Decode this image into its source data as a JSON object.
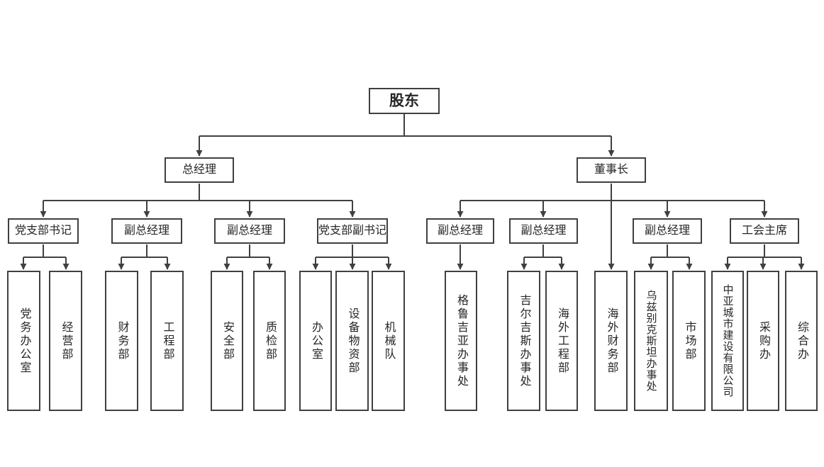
{
  "diagram_type": "org-chart",
  "colors": {
    "line": "#404040",
    "box_border": "#404040",
    "text": "#262626",
    "background": "#ffffff"
  },
  "tree": {
    "label": "股东",
    "children": [
      {
        "label": "总经理",
        "children": [
          {
            "label": "党支部书记",
            "children": [
              {
                "label": "党务办公室"
              },
              {
                "label": "经营部"
              }
            ]
          },
          {
            "label": "副总经理",
            "children": [
              {
                "label": "财务部"
              },
              {
                "label": "工程部"
              }
            ]
          },
          {
            "label": "副总经理",
            "children": [
              {
                "label": "安全部"
              },
              {
                "label": "质检部"
              }
            ]
          },
          {
            "label": "党支部副书记",
            "children": [
              {
                "label": "办公室"
              },
              {
                "label": "设备物资部"
              },
              {
                "label": "机械队"
              }
            ]
          }
        ]
      },
      {
        "label": "董事长",
        "children": [
          {
            "label": "副总经理",
            "children": [
              {
                "label": "格鲁吉亚办事处"
              }
            ]
          },
          {
            "label": "副总经理",
            "children": [
              {
                "label": "吉尔吉斯办事处"
              },
              {
                "label": "海外工程部"
              }
            ]
          },
          {
            "label": "海外财务部"
          },
          {
            "label": "副总经理",
            "children": [
              {
                "label": "乌兹别克斯坦办事处"
              },
              {
                "label": "市场部"
              }
            ]
          },
          {
            "label": "工会主席",
            "children": [
              {
                "label": "中亚城市建设有限公司"
              },
              {
                "label": "采购办"
              },
              {
                "label": "综合办"
              }
            ]
          }
        ]
      }
    ]
  }
}
